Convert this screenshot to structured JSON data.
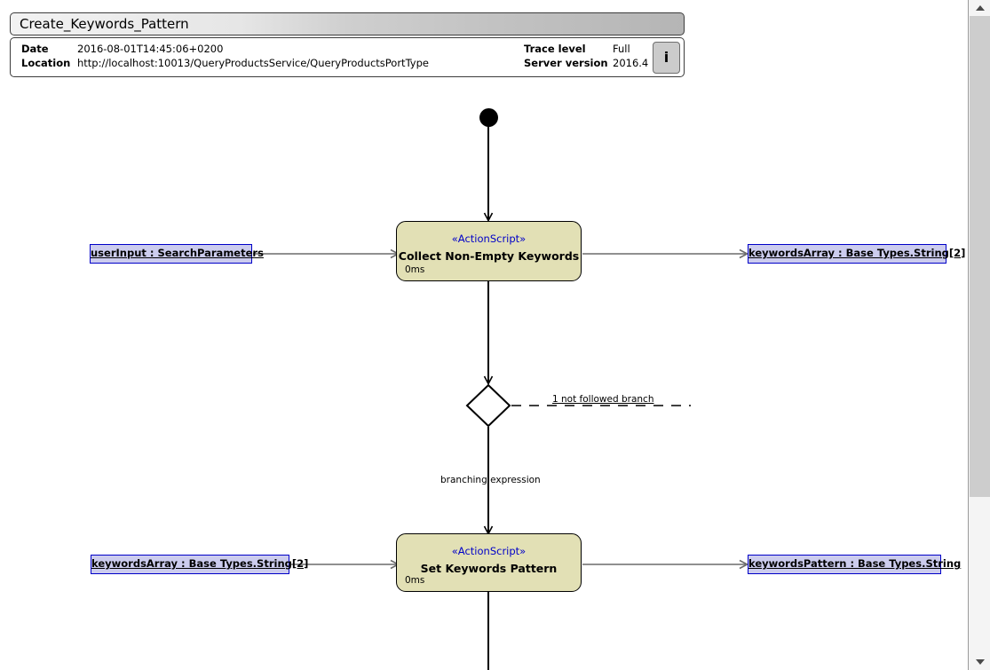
{
  "header": {
    "title": "Create_Keywords_Pattern",
    "fields": {
      "date_label": "Date",
      "date_value": "2016-08-01T14:45:06+0200",
      "location_label": "Location",
      "location_value": "http://localhost:10013/QueryProductsService/QueryProductsPortType",
      "trace_level_label": "Trace level",
      "trace_level_value": "Full",
      "server_version_label": "Server version",
      "server_version_value": "2016.4"
    },
    "info_button_label": "i"
  },
  "diagram": {
    "actions": [
      {
        "id": "collect-non-empty-keywords",
        "stereotype": "«ActionScript»",
        "title": "Collect Non-Empty Keywords",
        "time": "0ms"
      },
      {
        "id": "set-keywords-pattern",
        "stereotype": "«ActionScript»",
        "title": "Set Keywords Pattern",
        "time": "0ms"
      }
    ],
    "pins": [
      {
        "id": "input-user-input",
        "label": "userInput : SearchParameters"
      },
      {
        "id": "output-keywords-array",
        "label": "keywordsArray : Base Types.String[2]"
      },
      {
        "id": "input-keywords-array",
        "label": "keywordsArray : Base Types.String[2]"
      },
      {
        "id": "output-keywords-pattern",
        "label": "keywordsPattern : Base Types.String"
      }
    ],
    "edge_labels": {
      "not_followed_branch": "1 not followed branch",
      "branching_expression": "branching expression"
    }
  },
  "colors": {
    "action_fill": "#e2e0b5",
    "pin_fill": "#ccccee",
    "pin_border": "#0000c8",
    "stereotype_text": "#0000c8",
    "flow_line": "#000000",
    "object_flow_line": "#808080"
  },
  "scrollbar": {
    "up_arrow": "chevron-up-icon",
    "down_arrow": "chevron-down-icon"
  }
}
